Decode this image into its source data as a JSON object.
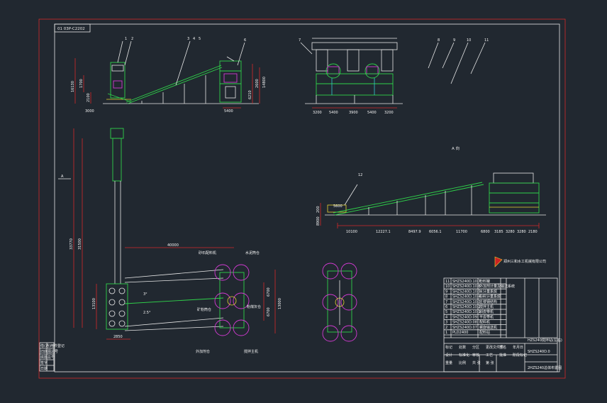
{
  "drawing_id_box": "01 03P-C2202",
  "views": {
    "side": {
      "part_numbers": [
        "1",
        "2",
        "3",
        "4",
        "5",
        "6"
      ],
      "dims": [
        "16130",
        "1700",
        "2100",
        "3000",
        "6210",
        "2600",
        "14800",
        "5400"
      ]
    },
    "front": {
      "part_numbers": [
        "7",
        "8",
        "9",
        "10",
        "11"
      ],
      "dims": [
        "3200",
        "5400",
        "3900",
        "5400",
        "3200"
      ]
    },
    "view_a": {
      "title": "A 向",
      "part_number": "12",
      "dims": [
        "5600",
        "200",
        "8900",
        "10100",
        "12227.1",
        "8497.9",
        "6056.1",
        "11700",
        "6800",
        "3185",
        "3280",
        "3280",
        "2180"
      ]
    },
    "plan": {
      "arrow_label": "A",
      "dims": [
        "33770",
        "31500",
        "40000",
        "13100",
        "2850",
        "6700",
        "6700",
        "13000"
      ],
      "angle_labels": [
        "3°",
        "2.5°"
      ],
      "callouts": [
        "砂石配料机",
        "水泥筒仓",
        "矿粉筒仓",
        "粉煤灰仓",
        "外加剂仓",
        "搅拌主机"
      ]
    }
  },
  "company_logo_text": "郑州三和水工机械有限公司",
  "title_block": {
    "drawing_no": "SHZS240D.0",
    "drawing_title": "2HZS240总体布置图",
    "subtitle": "HZS240搅拌站(左右)",
    "parts_rows": [
      [
        "11",
        "SHZS240D.10.7",
        "粉料罐"
      ],
      [
        "10",
        "SHZS240D.10.6",
        "外加剂计量及输送系统"
      ],
      [
        "9",
        "SHZS240D.10.5",
        "水计量系统"
      ],
      [
        "8",
        "SHZS240D.10.4",
        "粉料计量系统"
      ],
      [
        "7",
        "SHZS240D.10.3",
        "主楼钢结构"
      ],
      [
        "6",
        "SHZS240D.10.2",
        "搅拌主机"
      ],
      [
        "5",
        "SHZS240D.10.1",
        "斜皮带机"
      ],
      [
        "4",
        "SHZS240D.09",
        "平皮带机"
      ],
      [
        "3",
        "SHZS240D.08",
        "配料机"
      ],
      [
        "2",
        "SHZS240D.07",
        "螺旋输送机"
      ],
      [
        "1",
        "PLD2400",
        "配料站"
      ]
    ],
    "sign_labels": [
      "标记",
      "处数",
      "分区",
      "更改文件号",
      "签名",
      "年月日",
      "设计",
      "标准化",
      "审核",
      "工艺",
      "批准",
      "阶段标记",
      "重量",
      "比例",
      "共 张",
      "第 张"
    ]
  },
  "side_note_labels": [
    "借(通)用件登记",
    "旧底图总号",
    "底图总号",
    "签字",
    "日期"
  ],
  "colors": {
    "background": "#212830",
    "border": "#d42a2a",
    "lines": "#e8e8e8",
    "structure": "#2fd24a",
    "accent": "#d23ad2",
    "highlight": "#e6d232"
  }
}
